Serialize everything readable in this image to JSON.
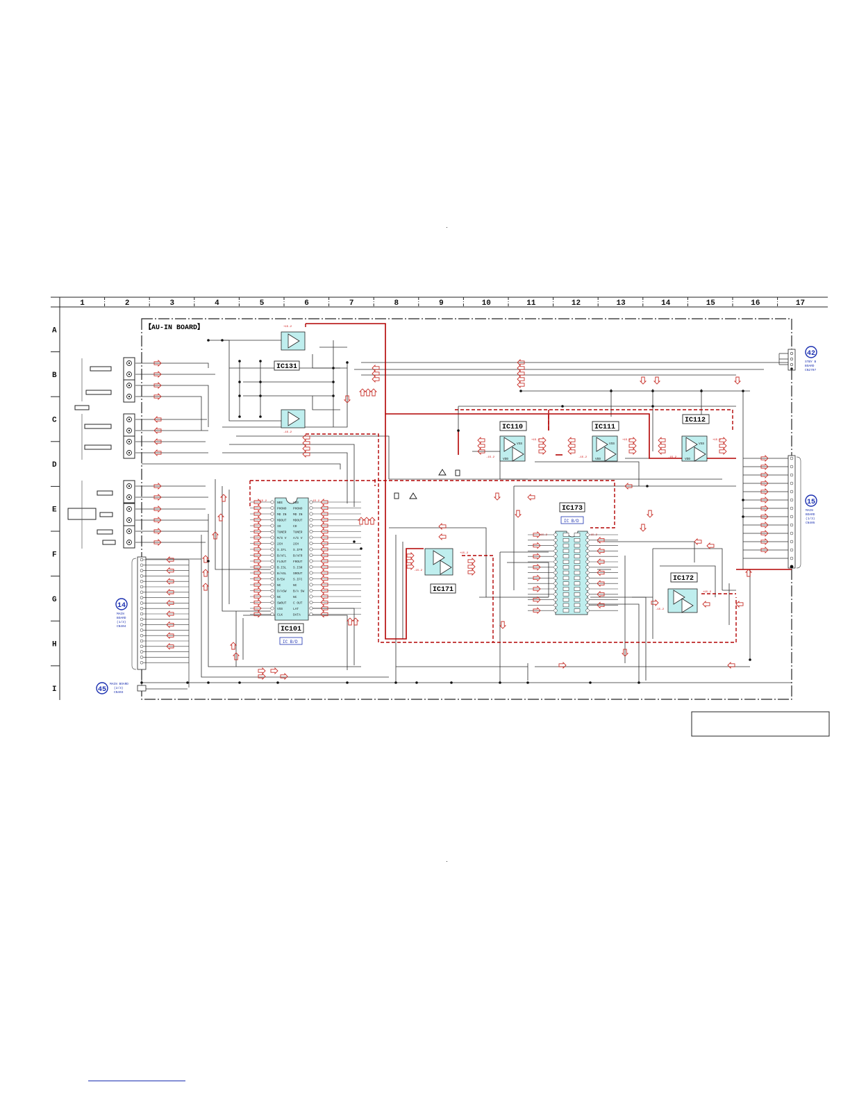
{
  "board_title": "【AU-IN BOARD】",
  "columns": [
    "1",
    "2",
    "3",
    "4",
    "5",
    "6",
    "7",
    "8",
    "9",
    "10",
    "11",
    "12",
    "13",
    "14",
    "15",
    "16",
    "17"
  ],
  "rows": [
    "A",
    "B",
    "C",
    "D",
    "E",
    "F",
    "G",
    "H",
    "I"
  ],
  "ics": {
    "ic131": "IC131",
    "ic110": "IC110",
    "ic111": "IC111",
    "ic112": "IC112",
    "ic173": "IC173",
    "ic173_sub": "IC B/D",
    "ic171": "IC171",
    "ic172": "IC172",
    "ic101": "IC101",
    "ic101_sub": "IC B/D"
  },
  "ic101_pins_left": [
    "NEE",
    "PHONO",
    "MD IN",
    "MDOUT",
    "IO",
    "TUNER",
    "M/S V",
    "2CH",
    "S.IFL",
    "B/AFL",
    "FLOUT",
    "B.ISL",
    "B/ASL",
    "B/EW",
    "NC",
    "D/ASW",
    "NC",
    "SWOUT",
    "VSS",
    "CLK"
  ],
  "ic101_pins_right": [
    "VDD",
    "PHONO",
    "MD IN",
    "MDOUT",
    "CD",
    "TUNER",
    "A/G V",
    "2CH",
    "S.IFR",
    "B/AFR",
    "FROUT",
    "S.ISR",
    "SROUT",
    "S.IFC",
    "NC",
    "B/A SW",
    "NC",
    "C OUT",
    "LAT",
    "DATA"
  ],
  "op_amp_labels": {
    "vss": "VSS",
    "vdd": "VDD"
  },
  "connectors": {
    "c42": {
      "num": "42",
      "lines": [
        "STBY B",
        "BOARD",
        "CN2707"
      ]
    },
    "c15": {
      "num": "15",
      "lines": [
        "MAIN",
        "BOARD",
        "(1/3)",
        "CN405"
      ]
    },
    "c14": {
      "num": "14",
      "lines": [
        "MAIN",
        "BOARD",
        "(1/3)",
        "CN404"
      ]
    },
    "c45": {
      "num": "45",
      "lines": [
        "MAIN BOARD",
        "(2/3)",
        "CN403"
      ]
    }
  },
  "supply_label": "+15.2",
  "supply_label_neg": "-15.2",
  "colors": {
    "trace": "#2a2a2a",
    "signal_red": "#b20000",
    "arrow_red": "#c8322b",
    "ic_fill": "#bfeeee",
    "ref_blue": "#1a2fb0"
  }
}
